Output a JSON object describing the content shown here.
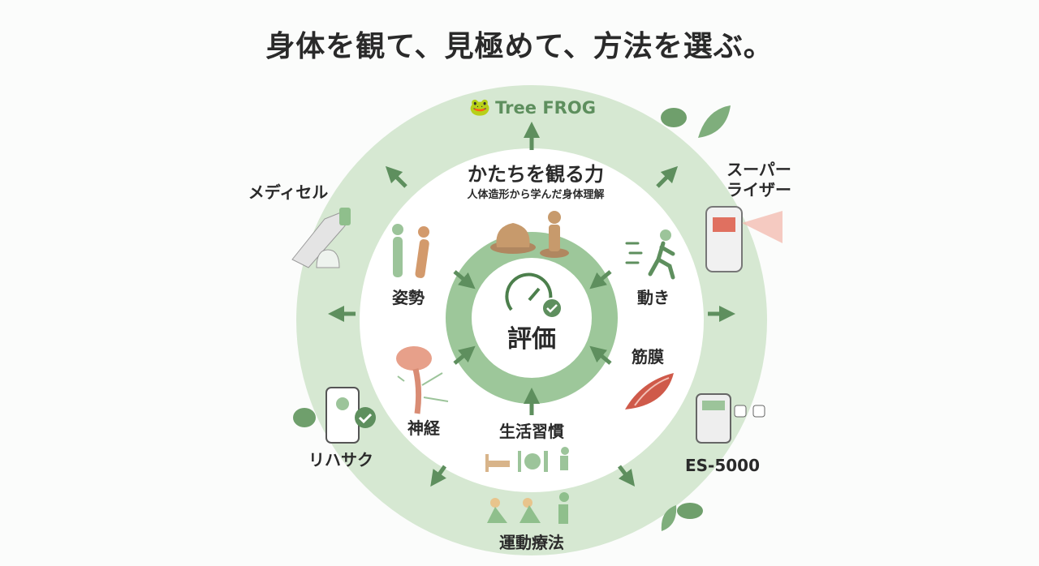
{
  "title": "身体を観て、見極めて、方法を選ぶ。",
  "brand": "Tree FROG",
  "inner_heading": "かたちを観る力",
  "inner_subheading": "人体造形から学んだ身体理解",
  "center": "評価",
  "assessment_items": [
    "姿勢",
    "動き",
    "神経",
    "筋膜",
    "生活習慣"
  ],
  "methods": {
    "medicell": "メディセル",
    "superlizer_line1": "スーパー",
    "superlizer_line2": "ライザー",
    "rehasaku": "リハサク",
    "es5000": "ES-5000",
    "exercise": "運動療法"
  },
  "colors": {
    "outer_ring": "#d6e8d2",
    "inner_ring": "#9dc79a",
    "arrow": "#5e8f5e",
    "accent": "#e07060"
  }
}
